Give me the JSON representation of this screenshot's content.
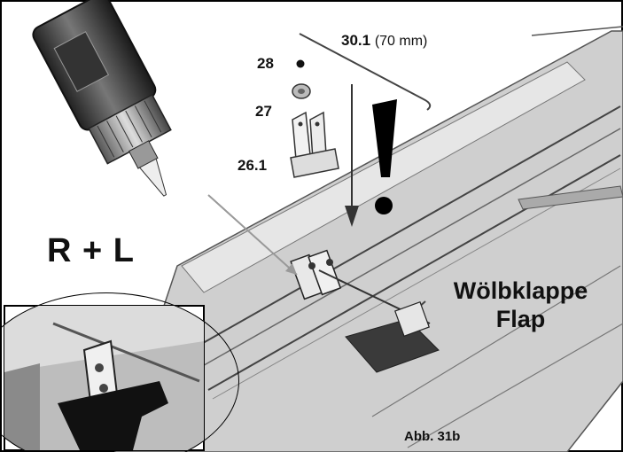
{
  "parts": [
    {
      "number": "30.1",
      "note": "(70 mm)",
      "icon": "pushrod-icon"
    },
    {
      "number": "28",
      "note": "",
      "icon": "ball-icon"
    },
    {
      "number": "27",
      "note": "",
      "icon": "nut-icon"
    },
    {
      "number": "26.1",
      "note": "",
      "icon": "horn-icon"
    }
  ],
  "side_label": "R + L",
  "component": {
    "line1": "Wölbklappe",
    "line2": "Flap"
  },
  "figure_label": "Abb. 31b",
  "icons": [
    "glue-bottle-icon",
    "warning-exclamation-icon",
    "arrow-down-icon",
    "detail-inset-icon"
  ]
}
